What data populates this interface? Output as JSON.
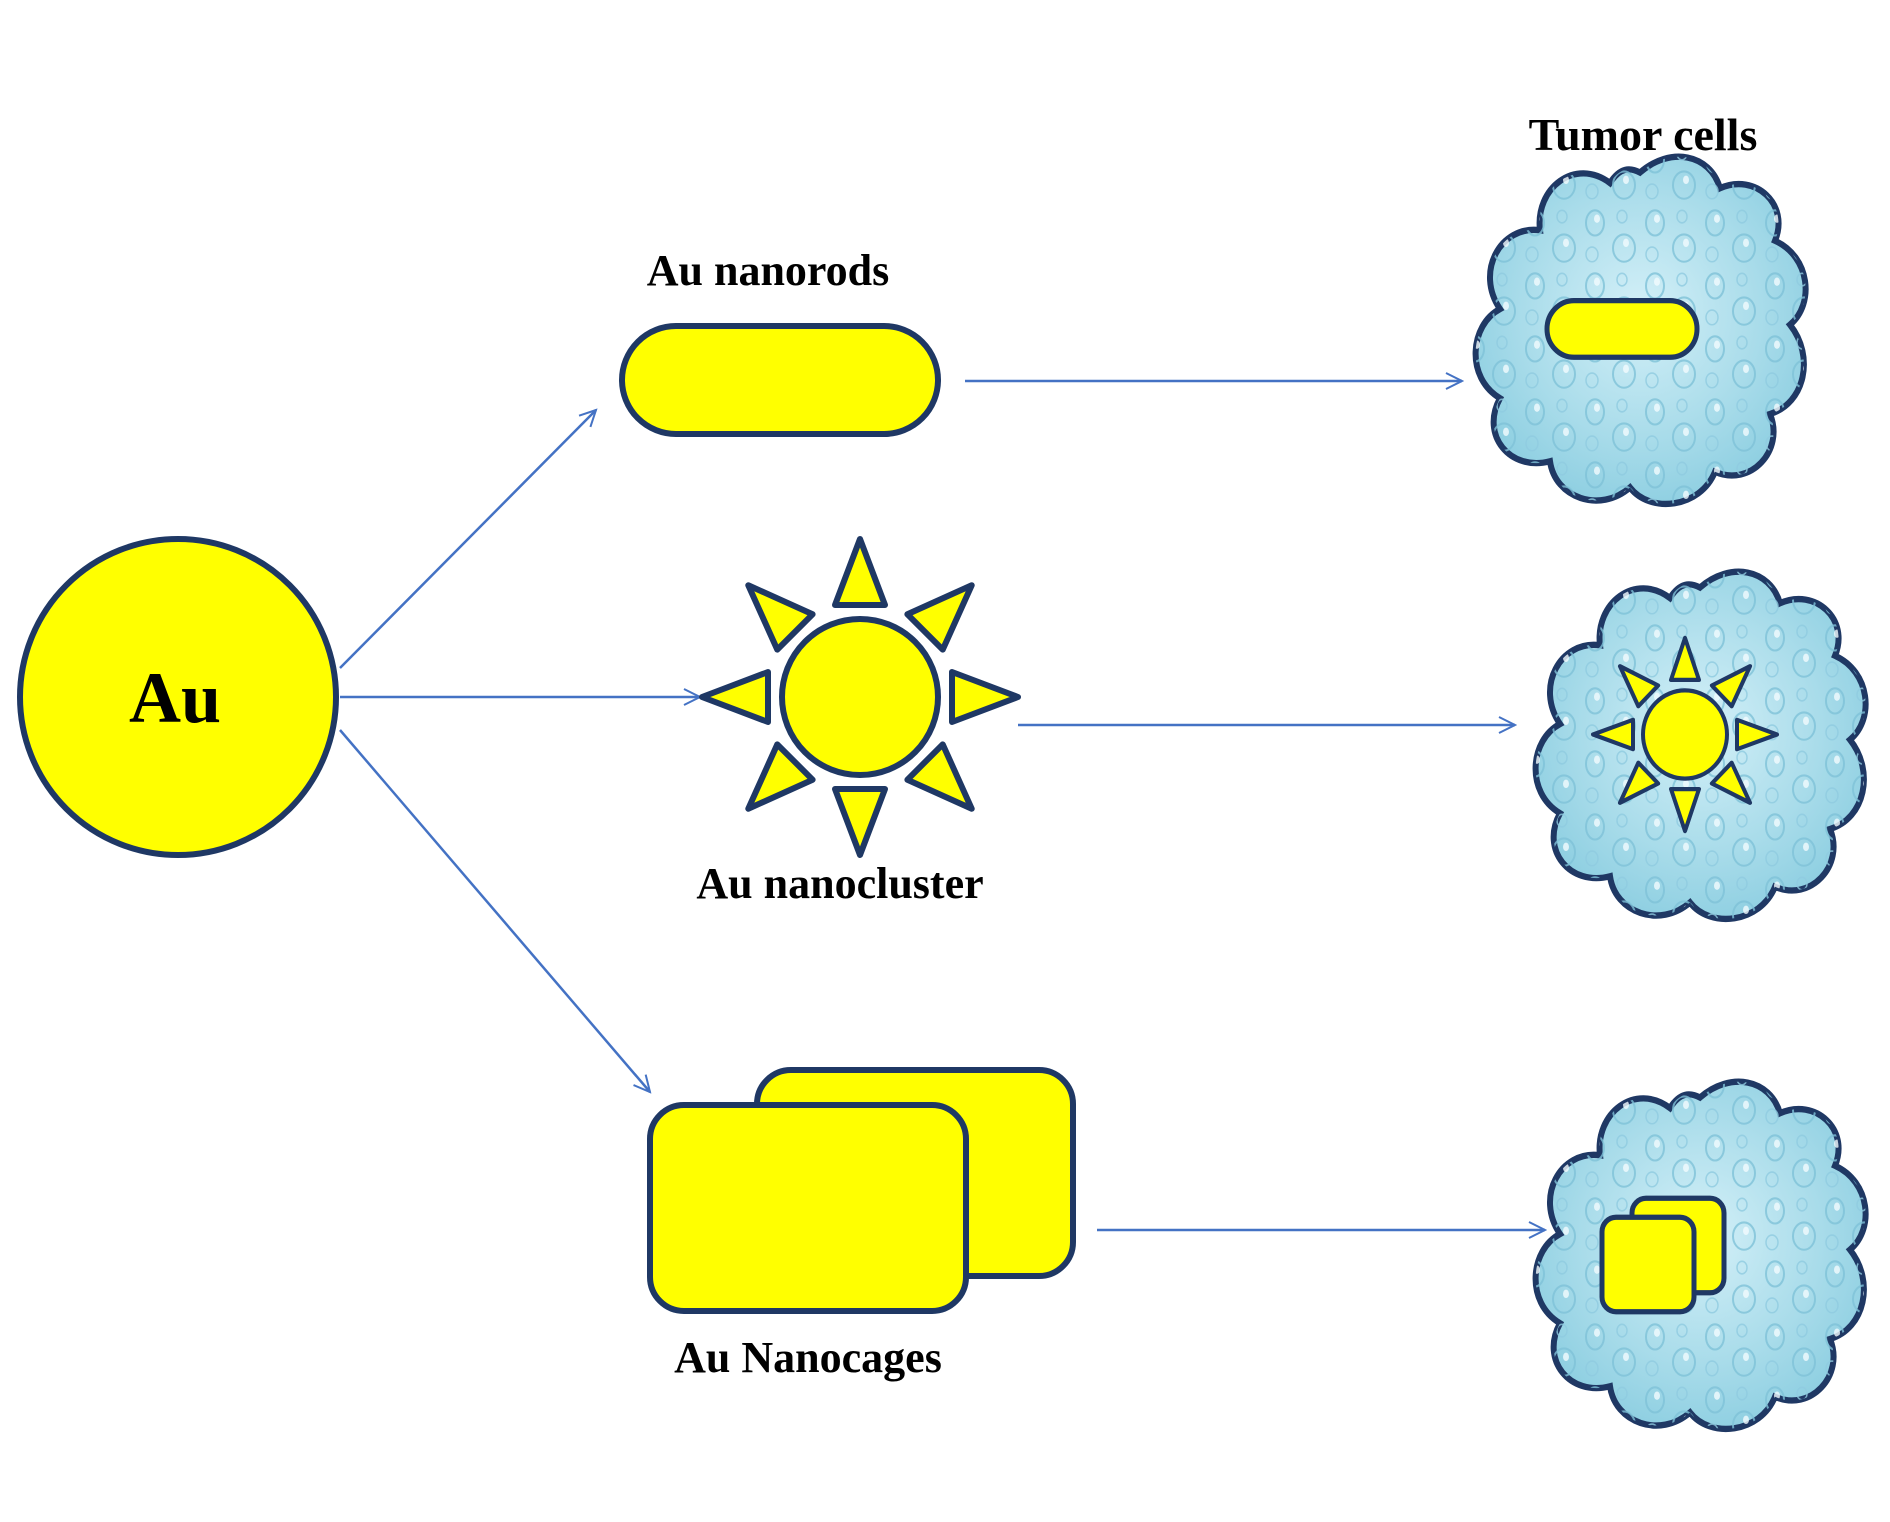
{
  "labels": {
    "core": "Au",
    "nanorods": "Au nanorods",
    "nanocluster": "Au nanocluster",
    "nanocages": "Au Nanocages",
    "tumor_cells": "Tumor cells"
  },
  "colors": {
    "gold_fill": "#FFFF00",
    "outline": "#1F3864",
    "arrow": "#4472C4",
    "cell_fill": "#A9DCEA",
    "cell_highlight": "#E6F7FC"
  }
}
